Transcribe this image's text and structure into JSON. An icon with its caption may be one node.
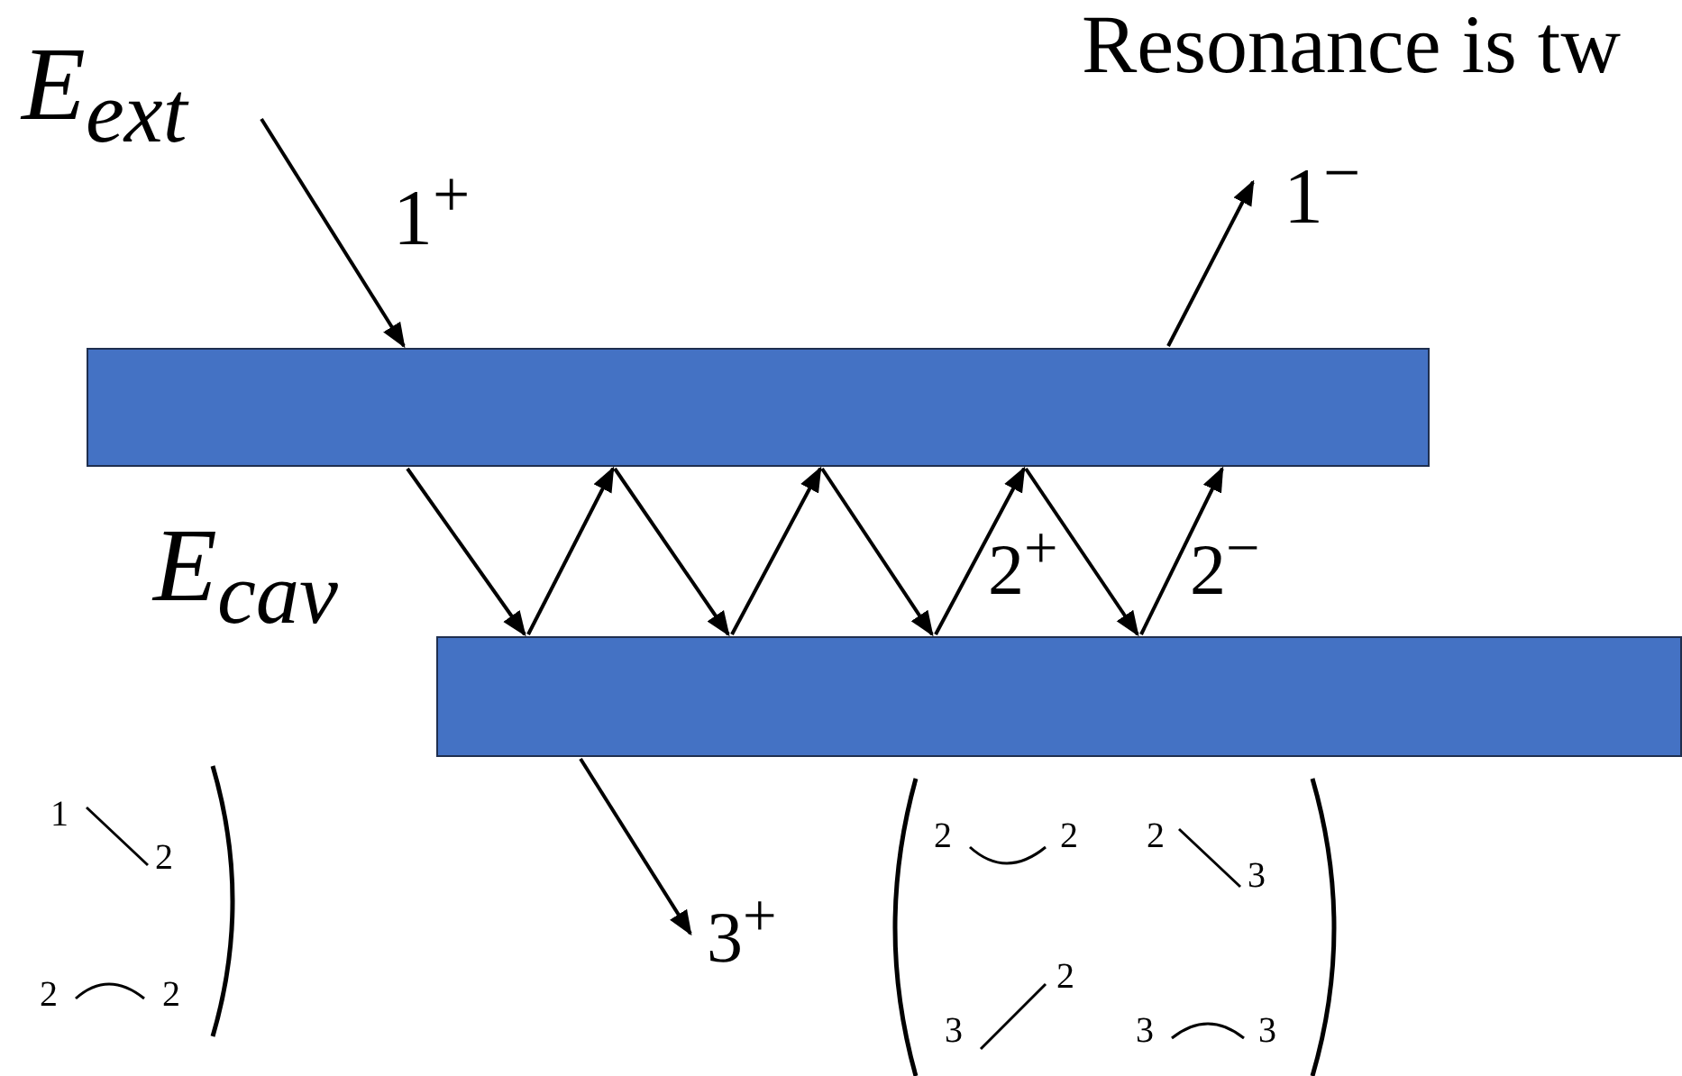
{
  "diagram": {
    "title": "Resonance is tw",
    "nodes": [
      {
        "text": [],
        "shape": "bar"
      },
      {
        "text": [],
        "shape": "bar"
      }
    ],
    "edges": [
      {
        "from": null,
        "to": 0,
        "arrow": "to",
        "label": "1$^{+}$"
      },
      {
        "from": 0,
        "to": null,
        "arrow": "to",
        "label": "1$^{−}$"
      },
      {
        "from": 0,
        "to": 1,
        "arrow": "to"
      },
      {
        "from": 1,
        "to": 0,
        "arrow": "to"
      },
      {
        "from": 0,
        "to": 1,
        "arrow": "to"
      },
      {
        "from": 1,
        "to": 0,
        "arrow": "to"
      },
      {
        "from": 0,
        "to": 1,
        "arrow": "to"
      },
      {
        "from": 1,
        "to": 0,
        "arrow": "to"
      },
      {
        "from": 0,
        "to": 1,
        "arrow": "to",
        "label": "2$^{+}$"
      },
      {
        "from": 1,
        "to": 0,
        "arrow": "to",
        "label": "2$^{−}$"
      },
      {
        "from": 1,
        "to": null,
        "arrow": "to",
        "label": "3$^{+}$"
      }
    ],
    "labels": [
      "E$_{ext}$",
      "E$_{cav}$",
      "1",
      "2",
      "2",
      "2",
      "2",
      "2",
      "2",
      "3",
      "3",
      "2",
      "3",
      "3"
    ]
  }
}
